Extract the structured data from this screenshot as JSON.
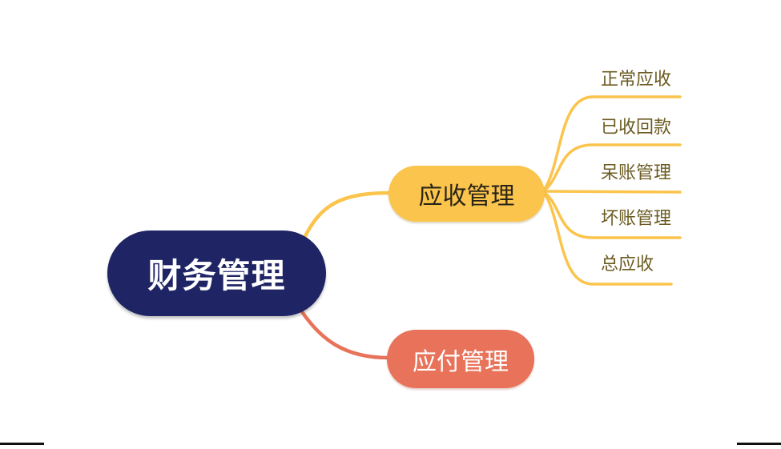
{
  "mindmap": {
    "root": {
      "label": "财务管理",
      "bg_color": "#1F2464",
      "text_color": "#FFFFFF"
    },
    "branches": [
      {
        "label": "应收管理",
        "bg_color": "#FBC44D",
        "text_color": "#2A2416",
        "line_color": "#FBC44D",
        "children": [
          {
            "label": "正常应收"
          },
          {
            "label": "已收回款"
          },
          {
            "label": "呆账管理"
          },
          {
            "label": "坏账管理"
          },
          {
            "label": "总应收"
          }
        ],
        "child_text_color": "#6B5B22"
      },
      {
        "label": "应付管理",
        "bg_color": "#E8735A",
        "text_color": "#FFFFFF",
        "line_color": "#E8735A",
        "children": []
      }
    ]
  }
}
